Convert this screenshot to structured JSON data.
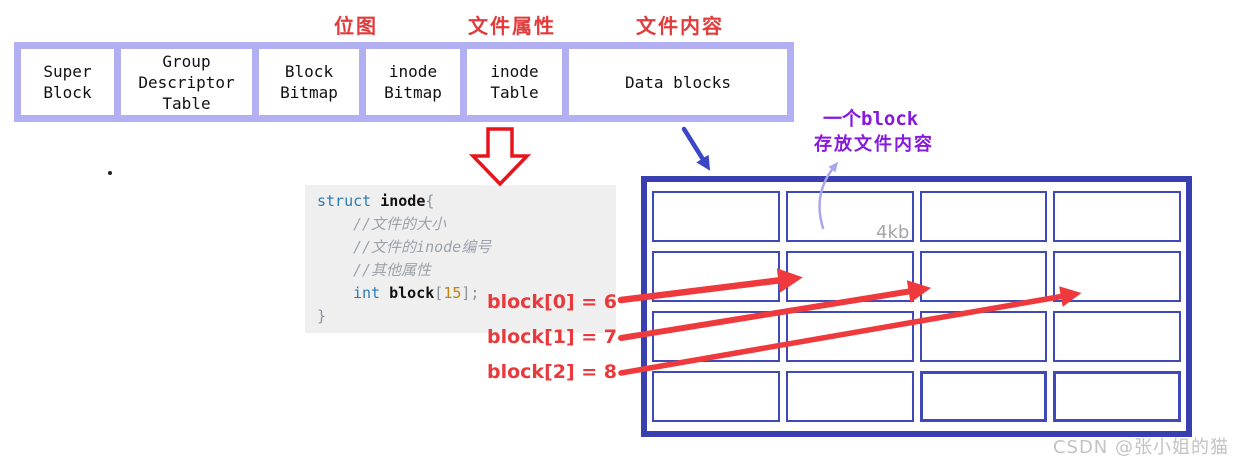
{
  "annotations": {
    "bitmap_label": "位图",
    "file_attributes_label": "文件属性",
    "file_content_label": "文件内容",
    "one_block_line1": "一个block",
    "one_block_line2": "存放文件内容",
    "cell_size_label": "4kb"
  },
  "top_bar": {
    "cells": [
      {
        "label": "Super\nBlock"
      },
      {
        "label": "Group\nDescriptor\nTable"
      },
      {
        "label": "Block\nBitmap"
      },
      {
        "label": "inode\nBitmap"
      },
      {
        "label": "inode\nTable"
      },
      {
        "label": "Data blocks"
      }
    ]
  },
  "code_block": {
    "lines": [
      {
        "indent": false,
        "tokens": [
          {
            "t": "struct",
            "c": "kw"
          },
          {
            "t": " ",
            "c": "plain"
          },
          {
            "t": "inode",
            "c": "bold"
          },
          {
            "t": "{",
            "c": "pun"
          }
        ]
      },
      {
        "indent": true,
        "tokens": [
          {
            "t": "//文件的大小",
            "c": "cmt"
          }
        ]
      },
      {
        "indent": true,
        "tokens": [
          {
            "t": "//文件的inode编号",
            "c": "cmt"
          }
        ]
      },
      {
        "indent": true,
        "tokens": [
          {
            "t": "//其他属性",
            "c": "cmt"
          }
        ]
      },
      {
        "indent": true,
        "tokens": [
          {
            "t": "int",
            "c": "kw"
          },
          {
            "t": " ",
            "c": "plain"
          },
          {
            "t": "block",
            "c": "bold"
          },
          {
            "t": "[",
            "c": "pun"
          },
          {
            "t": "15",
            "c": "num"
          },
          {
            "t": "]",
            "c": "pun"
          },
          {
            "t": ";",
            "c": "pun"
          }
        ]
      },
      {
        "indent": false,
        "tokens": [
          {
            "t": "}",
            "c": "pun"
          }
        ]
      }
    ]
  },
  "block_pointers": [
    {
      "label": "block[0] = 6"
    },
    {
      "label": "block[1] = 7"
    },
    {
      "label": "block[2] = 8"
    }
  ],
  "data_grid": {
    "rows": 4,
    "cols": 4
  },
  "watermark": "CSDN @张小姐的猫",
  "colors": {
    "topbar_purple": "#b2b0f2",
    "grid_border_blue": "#3a3fb0",
    "cell_border_blue": "#3f4ab8",
    "arrow_red": "#ee3a3d",
    "label_red": "#e23b3b",
    "annotation_purple": "#8519dc",
    "curve_light_purple": "#a9a6ef",
    "code_keyword_blue": "#2b7cb5",
    "code_number_orange": "#b8860b",
    "size_label_gray": "#a6a6a6"
  }
}
